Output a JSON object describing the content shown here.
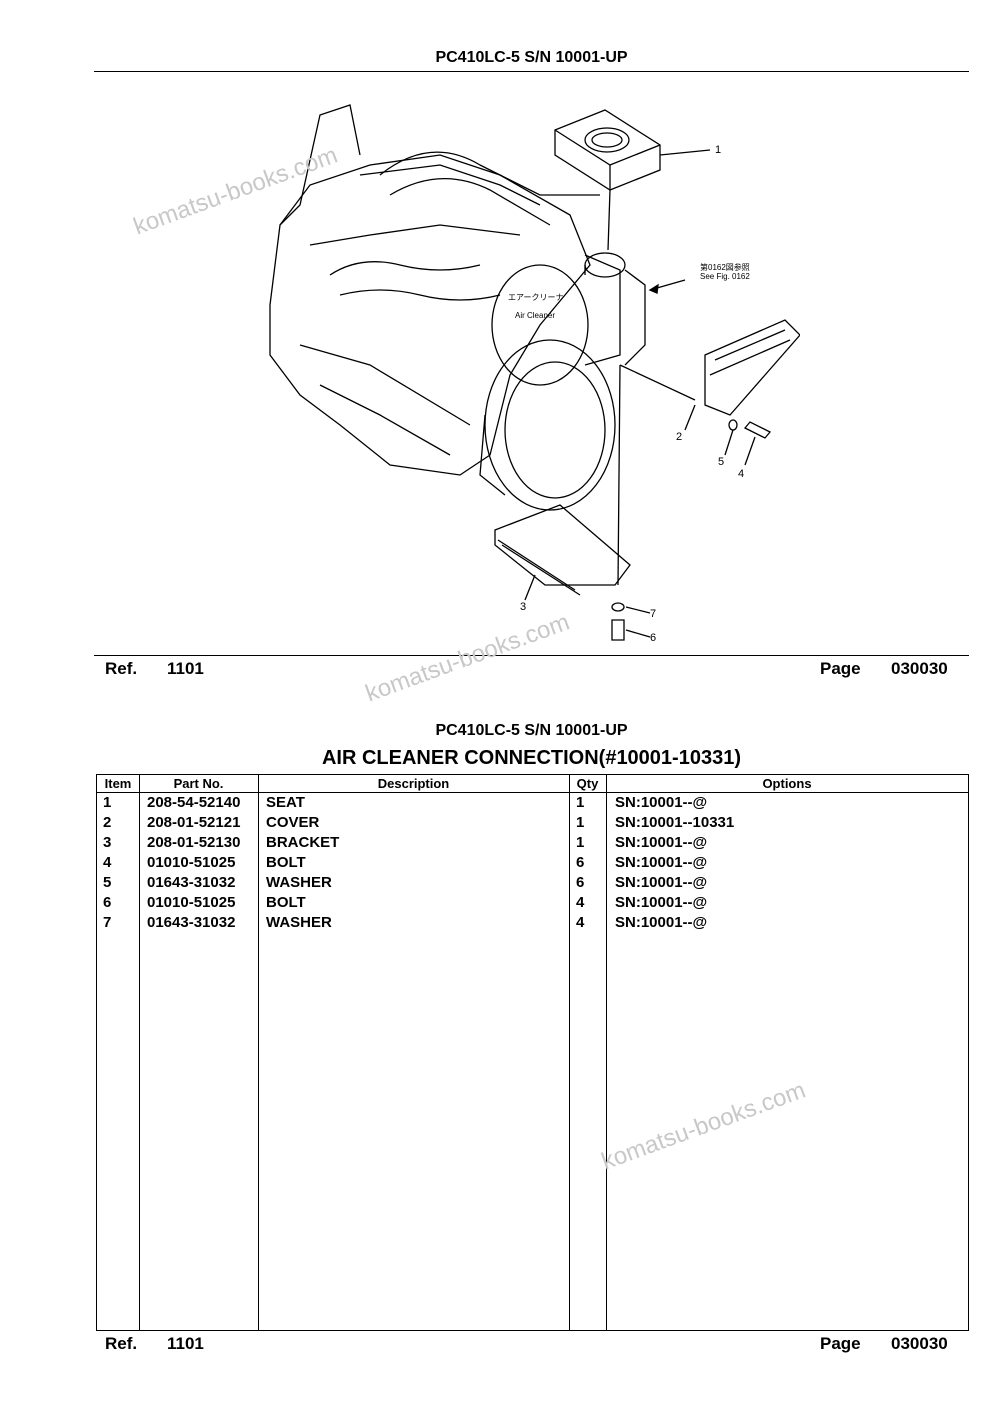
{
  "page_header": "PC410LC-5 S/N 10001-UP",
  "diagram": {
    "label_air_cleaner_jp": "エアークリーナ",
    "label_air_cleaner": "Air Cleaner",
    "label_see_fig_jp": "第0162図参照",
    "label_see_fig": "See Fig. 0162",
    "callouts": [
      "1",
      "2",
      "3",
      "4",
      "5",
      "6",
      "7"
    ]
  },
  "footer": {
    "ref_label": "Ref.",
    "ref_value": "1101",
    "page_label": "Page",
    "page_value": "030030"
  },
  "table_section": {
    "model": "PC410LC-5 S/N 10001-UP",
    "title": "AIR CLEANER CONNECTION(#10001-10331)",
    "columns": [
      "Item",
      "Part No.",
      "Description",
      "Qty",
      "Options"
    ],
    "rows": [
      {
        "item": "1",
        "part_no": "208-54-52140",
        "description": "SEAT",
        "qty": "1",
        "options": "SN:10001--@"
      },
      {
        "item": "2",
        "part_no": "208-01-52121",
        "description": "COVER",
        "qty": "1",
        "options": "SN:10001--10331"
      },
      {
        "item": "3",
        "part_no": "208-01-52130",
        "description": "BRACKET",
        "qty": "1",
        "options": "SN:10001--@"
      },
      {
        "item": "4",
        "part_no": "01010-51025",
        "description": "BOLT",
        "qty": "6",
        "options": "SN:10001--@"
      },
      {
        "item": "5",
        "part_no": "01643-31032",
        "description": "WASHER",
        "qty": "6",
        "options": "SN:10001--@"
      },
      {
        "item": "6",
        "part_no": "01010-51025",
        "description": "BOLT",
        "qty": "4",
        "options": "SN:10001--@"
      },
      {
        "item": "7",
        "part_no": "01643-31032",
        "description": "WASHER",
        "qty": "4",
        "options": "SN:10001--@"
      }
    ]
  },
  "watermark": "komatsu-books.com"
}
